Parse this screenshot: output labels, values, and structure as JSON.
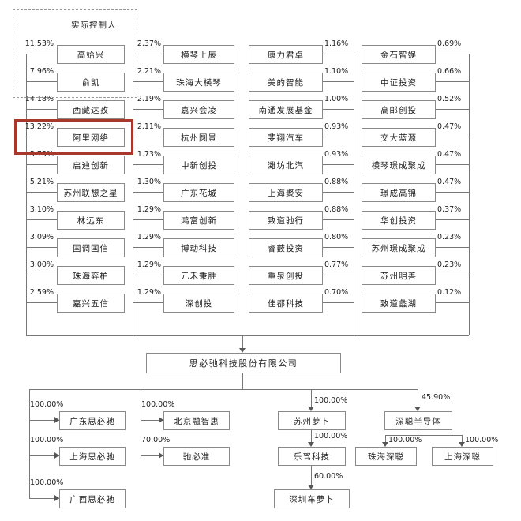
{
  "meta": {
    "diagram_type": "equity-ownership-structure"
  },
  "colors": {
    "highlight": "#a9382c",
    "line": "#777777"
  },
  "controller": {
    "label": "实际控制人"
  },
  "company": {
    "name": "思必驰科技股份有限公司"
  },
  "shareholder_columns": [
    {
      "items": [
        {
          "pct": "11.53%",
          "name": "高始兴"
        },
        {
          "pct": "7.96%",
          "name": "俞凯"
        },
        {
          "pct": "14.18%",
          "name": "西藏达孜"
        },
        {
          "pct": "13.22%",
          "name": "阿里网络",
          "highlight": true
        },
        {
          "pct": "5.75%",
          "name": "启迪创新"
        },
        {
          "pct": "5.21%",
          "name": "苏州联想之星"
        },
        {
          "pct": "3.10%",
          "name": "林远东"
        },
        {
          "pct": "3.09%",
          "name": "国调国信"
        },
        {
          "pct": "3.00%",
          "name": "珠海弈柏"
        },
        {
          "pct": "2.59%",
          "name": "嘉兴五信"
        }
      ]
    },
    {
      "items": [
        {
          "pct": "2.37%",
          "name": "横琴上辰"
        },
        {
          "pct": "2.21%",
          "name": "珠海大横琴"
        },
        {
          "pct": "2.19%",
          "name": "嘉兴会凌"
        },
        {
          "pct": "2.11%",
          "name": "杭州圆景"
        },
        {
          "pct": "1.73%",
          "name": "中新创投"
        },
        {
          "pct": "1.30%",
          "name": "广东花城"
        },
        {
          "pct": "1.29%",
          "name": "鸿富创新"
        },
        {
          "pct": "1.29%",
          "name": "博动科技"
        },
        {
          "pct": "1.29%",
          "name": "元禾秉胜"
        },
        {
          "pct": "1.29%",
          "name": "深创投"
        }
      ]
    },
    {
      "items": [
        {
          "pct": "1.16%",
          "name": "康力君卓"
        },
        {
          "pct": "1.10%",
          "name": "美的智能"
        },
        {
          "pct": "1.00%",
          "name": "南通发展基金"
        },
        {
          "pct": "0.93%",
          "name": "斐翔汽车"
        },
        {
          "pct": "0.93%",
          "name": "潍坊北汽"
        },
        {
          "pct": "0.88%",
          "name": "上海聚安"
        },
        {
          "pct": "0.88%",
          "name": "致道驰行"
        },
        {
          "pct": "0.80%",
          "name": "睿薮投资"
        },
        {
          "pct": "0.77%",
          "name": "重泉创投"
        },
        {
          "pct": "0.70%",
          "name": "佳都科技"
        }
      ]
    },
    {
      "items": [
        {
          "pct": "0.69%",
          "name": "金石智娱"
        },
        {
          "pct": "0.66%",
          "name": "中证投资"
        },
        {
          "pct": "0.52%",
          "name": "高邮创投"
        },
        {
          "pct": "0.47%",
          "name": "交大蓝源"
        },
        {
          "pct": "0.47%",
          "name": "横琴璟成聚成"
        },
        {
          "pct": "0.47%",
          "name": "璟成高锦"
        },
        {
          "pct": "0.37%",
          "name": "华创投资"
        },
        {
          "pct": "0.23%",
          "name": "苏州璟成聚成"
        },
        {
          "pct": "0.23%",
          "name": "苏州明善"
        },
        {
          "pct": "0.12%",
          "name": "致道蠡湖"
        }
      ]
    }
  ],
  "subsidiaries": {
    "group_a": [
      {
        "pct": "100.00%",
        "name": "广东思必驰"
      },
      {
        "pct": "100.00%",
        "name": "上海思必驰"
      },
      {
        "pct": "100.00%",
        "name": "广西思必驰"
      }
    ],
    "group_b": [
      {
        "pct": "100.00%",
        "name": "北京融智惠"
      },
      {
        "pct": "70.00%",
        "name": "驰必准"
      }
    ],
    "group_c": [
      {
        "pct": "100.00%",
        "name": "苏州萝卜"
      },
      {
        "pct": "100.00%",
        "name": "乐驾科技"
      },
      {
        "pct": "60.00%",
        "name": "深圳车萝卜"
      }
    ],
    "group_d": {
      "parent": {
        "pct": "45.90%",
        "name": "深聪半导体"
      },
      "children": [
        {
          "pct": "100.00%",
          "name": "珠海深聪"
        },
        {
          "pct": "100.00%",
          "name": "上海深聪"
        }
      ]
    }
  }
}
